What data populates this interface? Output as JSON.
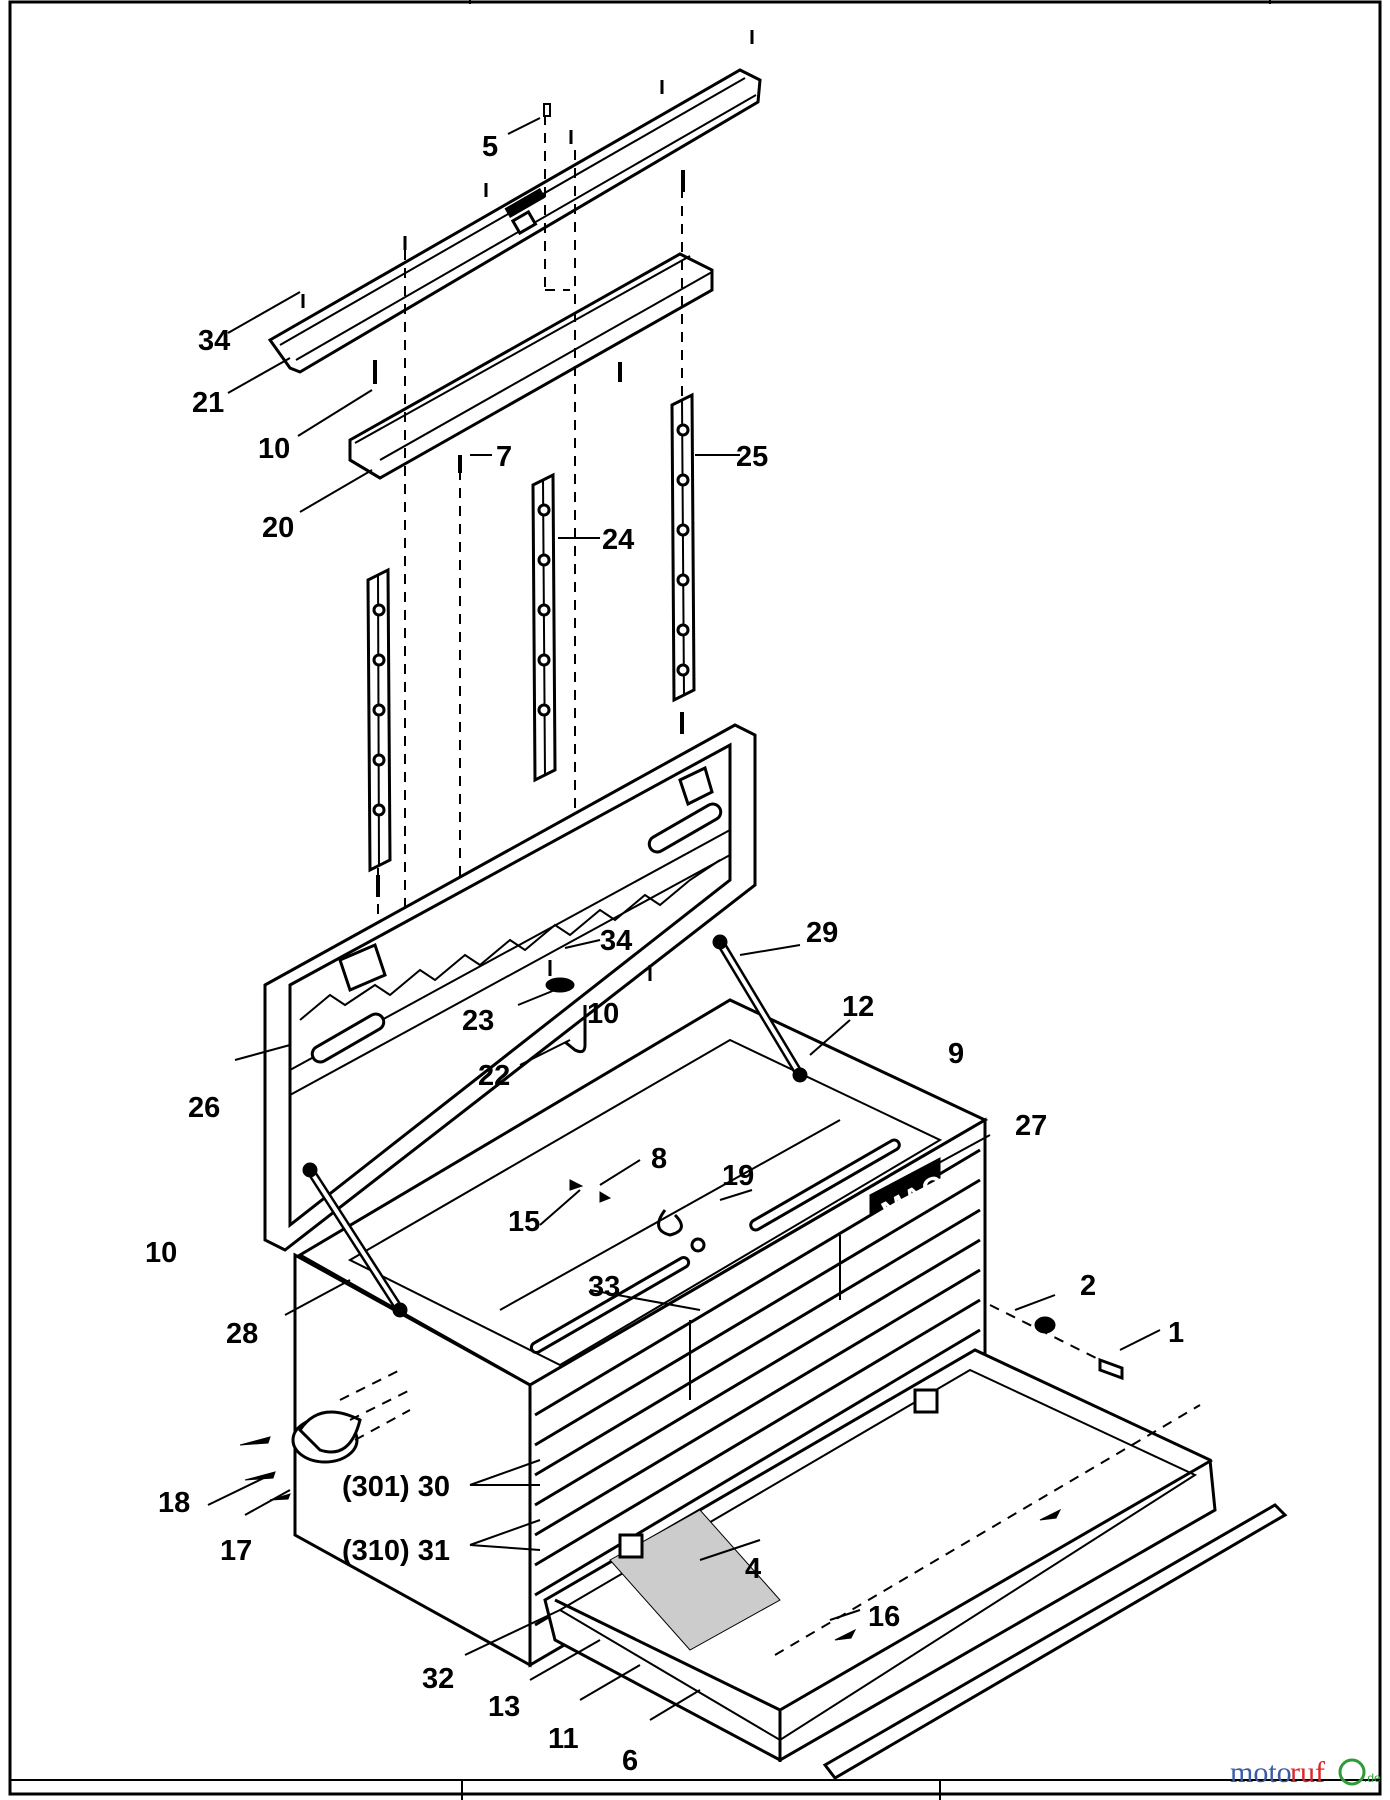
{
  "diagram": {
    "callouts": [
      {
        "id": "c34a",
        "text": "34"
      },
      {
        "id": "c21",
        "text": "21"
      },
      {
        "id": "c10a",
        "text": "10"
      },
      {
        "id": "c5",
        "text": "5"
      },
      {
        "id": "c7",
        "text": "7"
      },
      {
        "id": "c20",
        "text": "20"
      },
      {
        "id": "c25",
        "text": "25"
      },
      {
        "id": "c24",
        "text": "24"
      },
      {
        "id": "c34b",
        "text": "34"
      },
      {
        "id": "c29",
        "text": "29"
      },
      {
        "id": "c23",
        "text": "23"
      },
      {
        "id": "c10b",
        "text": "10"
      },
      {
        "id": "c12",
        "text": "12"
      },
      {
        "id": "c9",
        "text": "9"
      },
      {
        "id": "c22",
        "text": "22"
      },
      {
        "id": "c26",
        "text": "26"
      },
      {
        "id": "c27",
        "text": "27"
      },
      {
        "id": "c8",
        "text": "8"
      },
      {
        "id": "c19",
        "text": "19"
      },
      {
        "id": "c15",
        "text": "15"
      },
      {
        "id": "c10c",
        "text": "10"
      },
      {
        "id": "c33",
        "text": "33"
      },
      {
        "id": "c2",
        "text": "2"
      },
      {
        "id": "c28",
        "text": "28"
      },
      {
        "id": "c1",
        "text": "1"
      },
      {
        "id": "c18",
        "text": "18"
      },
      {
        "id": "c30",
        "text": "(301) 30"
      },
      {
        "id": "c17",
        "text": "17"
      },
      {
        "id": "c31",
        "text": "(310) 31"
      },
      {
        "id": "c4",
        "text": "4"
      },
      {
        "id": "c16",
        "text": "16"
      },
      {
        "id": "c32",
        "text": "32"
      },
      {
        "id": "c13",
        "text": "13"
      },
      {
        "id": "c11",
        "text": "11"
      },
      {
        "id": "c6",
        "text": "6"
      }
    ],
    "drawer_badge": "MAC"
  },
  "watermark": {
    "text_blue": "moto",
    "text_red": "ruf",
    "suffix": ".de",
    "colors": {
      "blue": "#3a5ba8",
      "red": "#d8262c",
      "green": "#2f9a3a"
    }
  }
}
